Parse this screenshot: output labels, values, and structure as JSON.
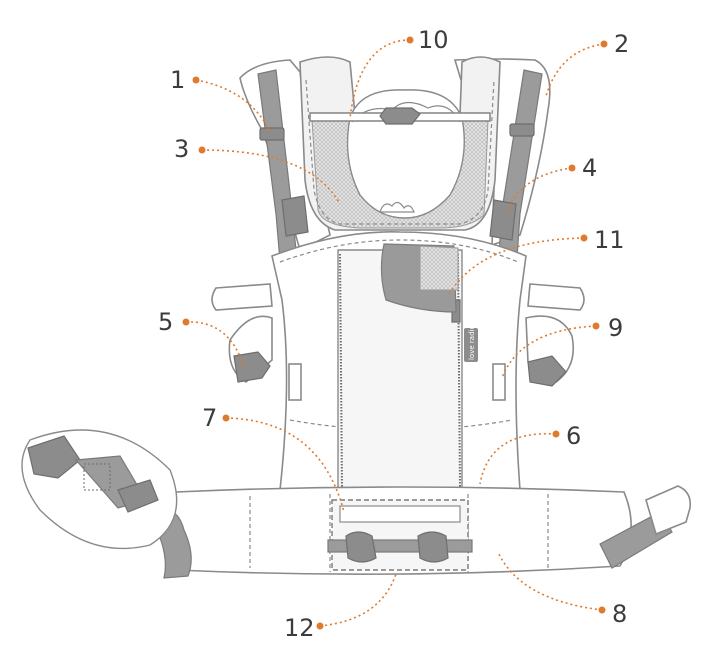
{
  "brand_label": "love radius",
  "accent_color": "#e07a2e",
  "line_color": "#8a8a8a",
  "callouts": [
    "1",
    "2",
    "3",
    "4",
    "5",
    "6",
    "7",
    "8",
    "9",
    "10",
    "11",
    "12"
  ]
}
